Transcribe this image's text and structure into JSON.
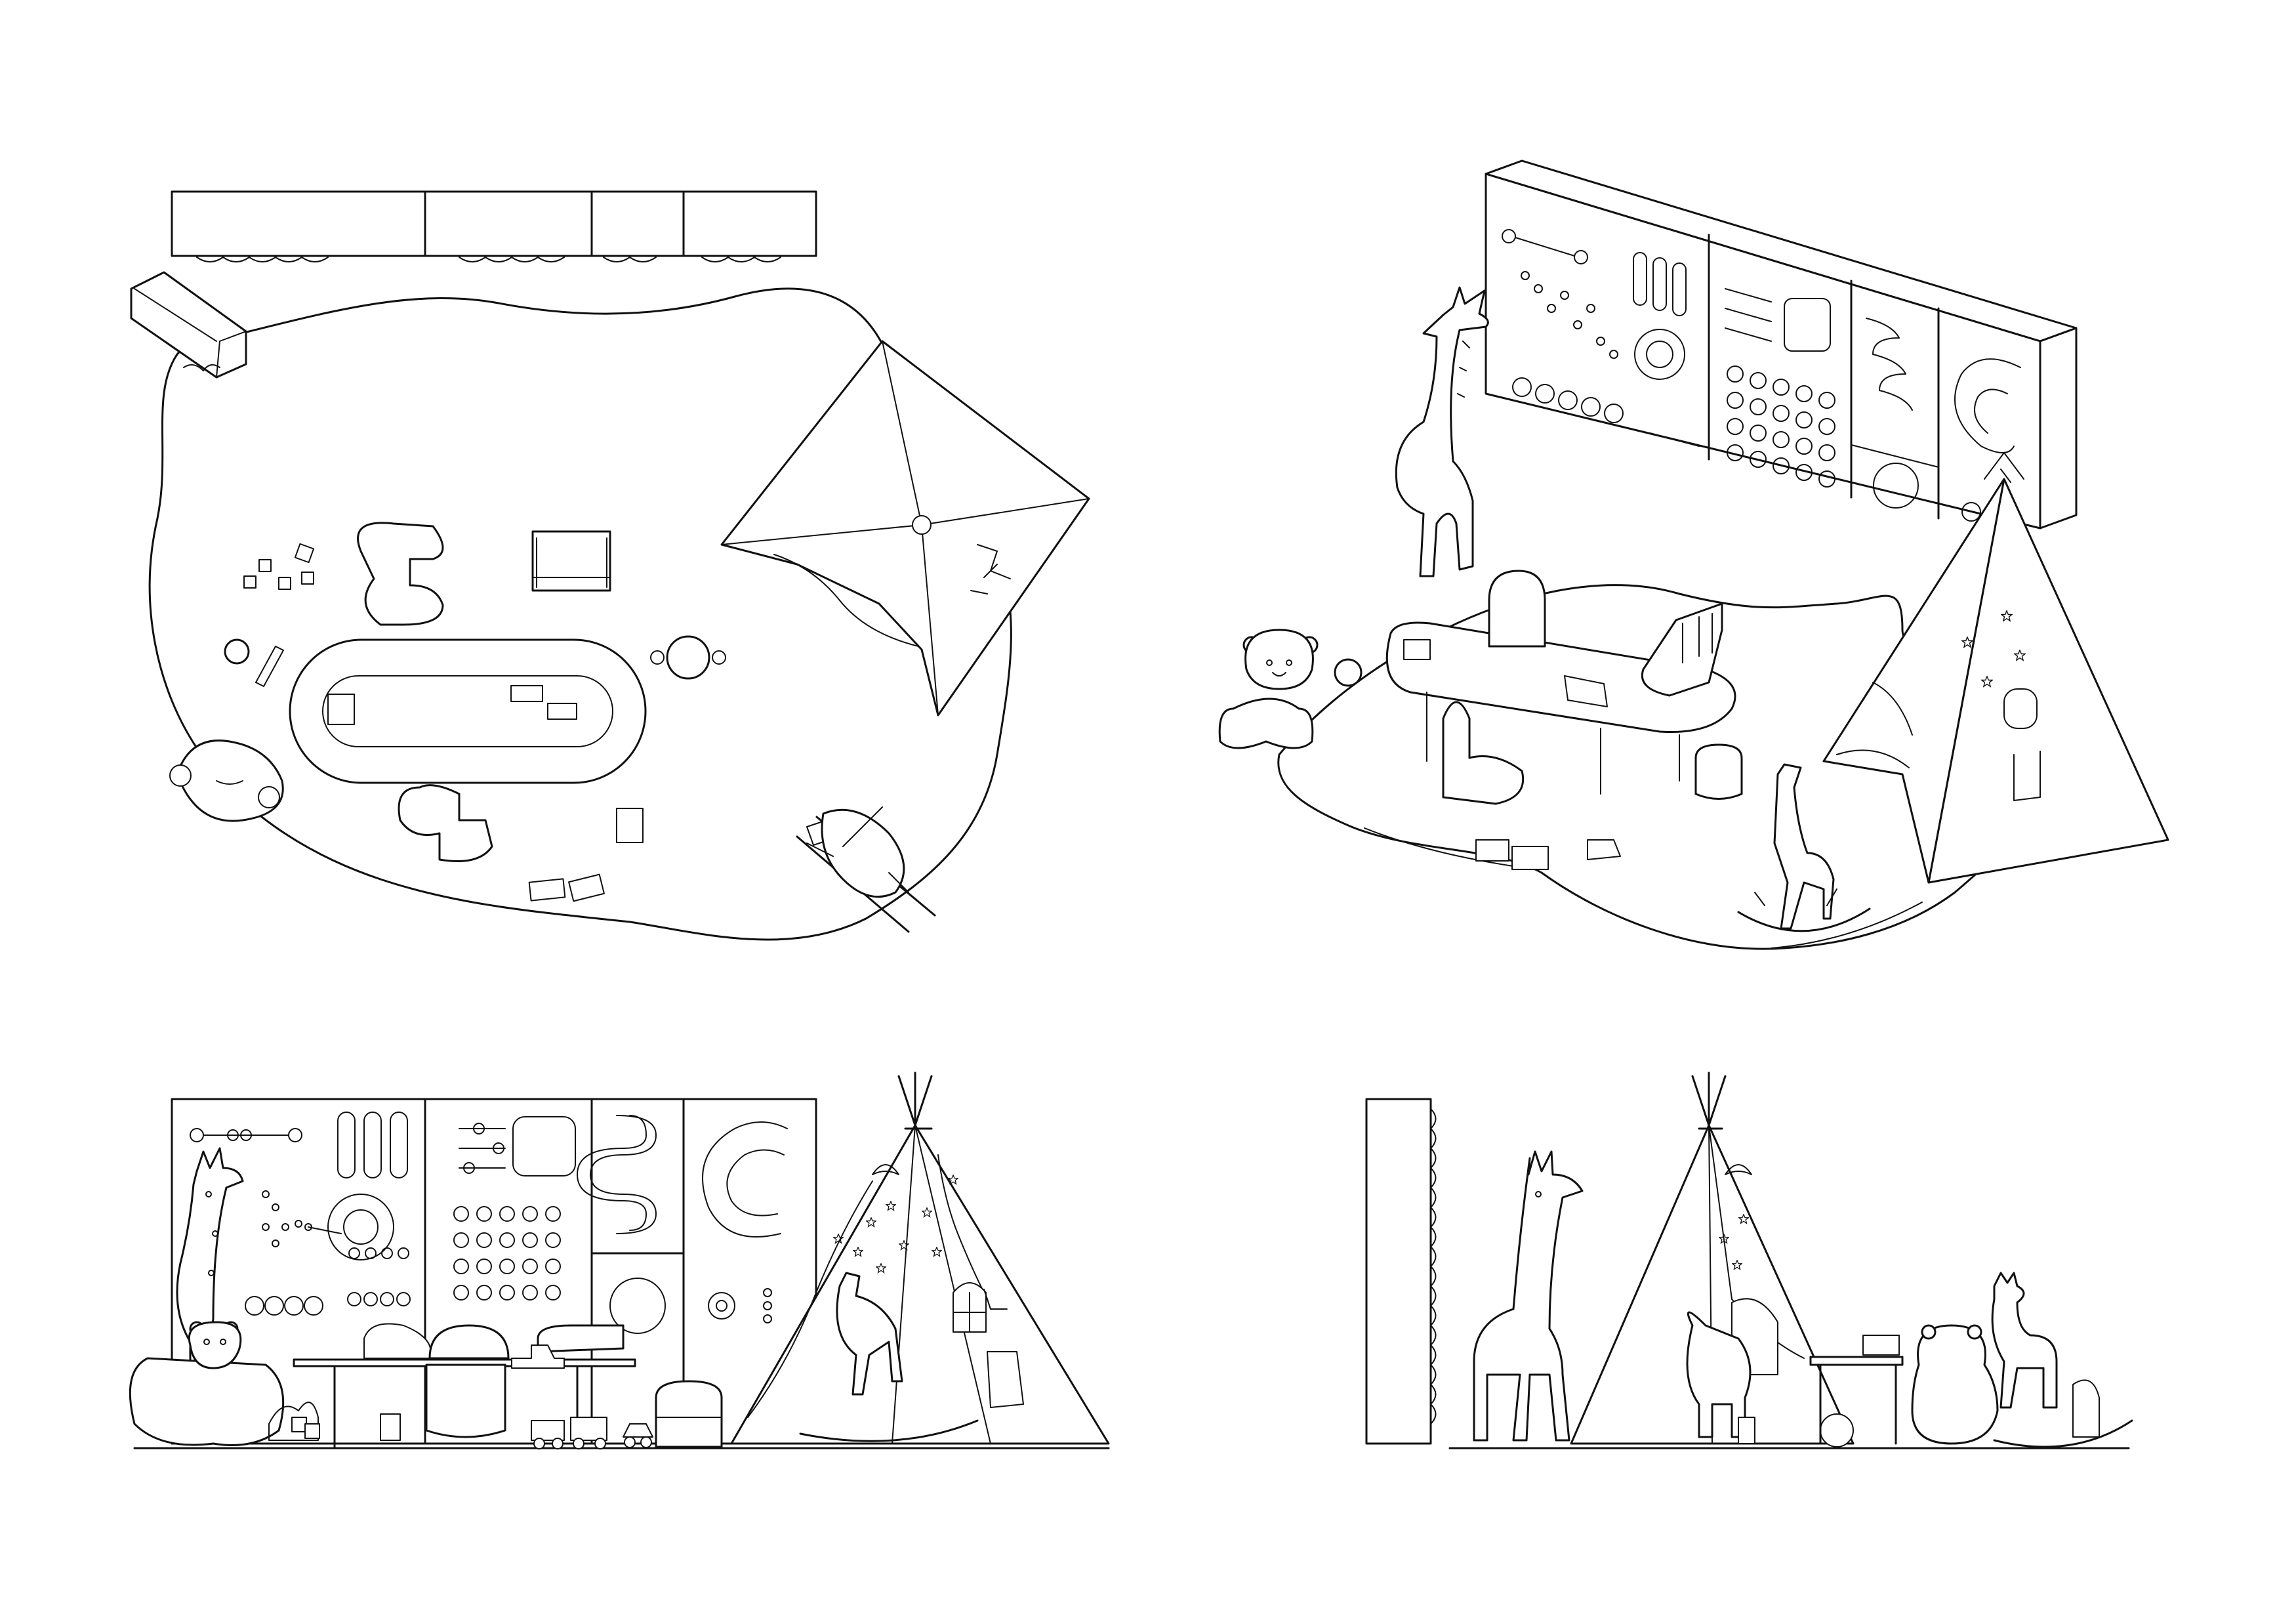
{
  "sheet": {
    "background": "#ffffff",
    "line_color": "#111111"
  },
  "views": [
    {
      "id": "plan",
      "icons": [
        "wall-panels",
        "sofa",
        "rug",
        "teepee",
        "table",
        "chair",
        "stool",
        "bear",
        "rocking-horse",
        "toy-cars",
        "blocks"
      ]
    },
    {
      "id": "axonometric",
      "icons": [
        "wall-panels",
        "giraffe",
        "rug",
        "teepee",
        "table",
        "chair",
        "stool",
        "bear",
        "rocking-horse",
        "toy-cars"
      ]
    },
    {
      "id": "front-elevation",
      "icons": [
        "wall-panels",
        "giraffe",
        "bear",
        "table",
        "stool",
        "teepee",
        "rocking-horse",
        "toy-cars"
      ]
    },
    {
      "id": "side-elevation",
      "icons": [
        "wall-panels",
        "giraffe",
        "teepee",
        "bear",
        "rocking-horse",
        "table"
      ]
    }
  ]
}
